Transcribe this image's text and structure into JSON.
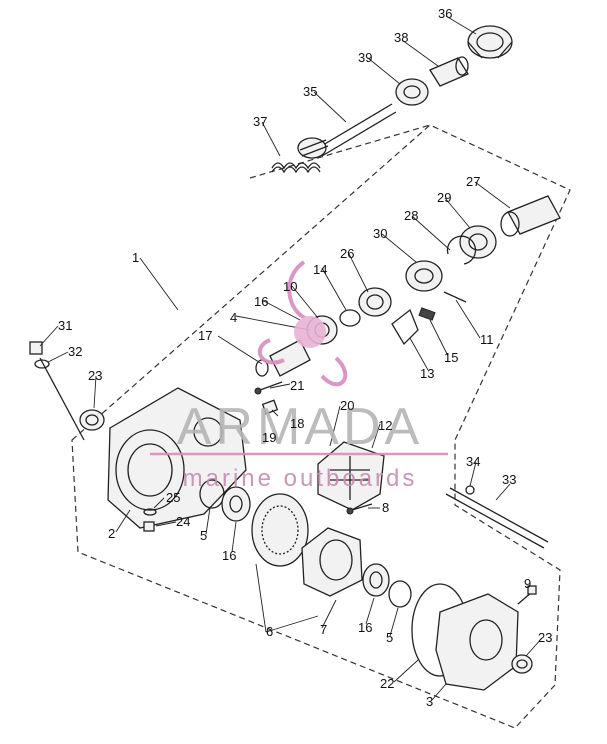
{
  "watermark": {
    "brand": "ARMADA",
    "tagline": "marine outboards",
    "colors": {
      "pink": "#d98bc0",
      "grey": "#a8a8a8"
    }
  },
  "callouts": {
    "c1": "1",
    "c2": "2",
    "c3": "3",
    "c4": "4",
    "c5a": "5",
    "c5b": "5",
    "c6": "6",
    "c7": "7",
    "c8": "8",
    "c9": "9",
    "c10": "10",
    "c11": "11",
    "c12": "12",
    "c13": "13",
    "c14": "14",
    "c15": "15",
    "c16a": "16",
    "c16b": "16",
    "c16c": "16",
    "c17": "17",
    "c18": "18",
    "c19": "19",
    "c20": "20",
    "c21": "21",
    "c22": "22",
    "c23a": "23",
    "c23b": "23",
    "c24": "24",
    "c25": "25",
    "c26": "26",
    "c27": "27",
    "c28": "28",
    "c29": "29",
    "c30": "30",
    "c31": "31",
    "c32": "32",
    "c33": "33",
    "c34": "34",
    "c35": "35",
    "c36": "36",
    "c37": "37",
    "c38": "38",
    "c39": "39"
  }
}
